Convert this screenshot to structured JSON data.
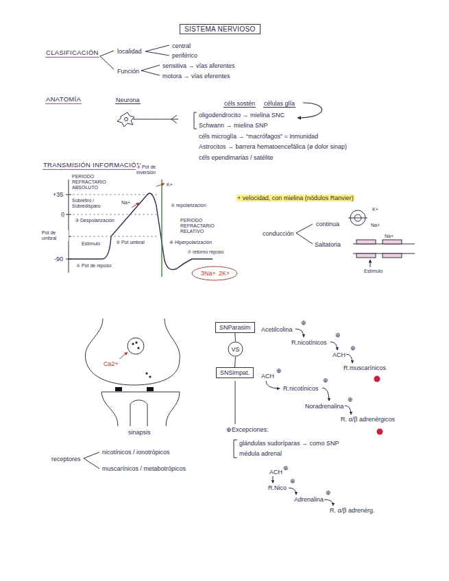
{
  "diagram": {
    "title": "SISTEMA NERVIOSO",
    "nodes": [
      {
        "text": [
          "SNParasim"
        ]
      },
      {
        "text": [
          "VS"
        ]
      },
      {
        "text": [
          "SNSimpat."
        ]
      }
    ],
    "edges": [
      {
        "from": 0,
        "to": 1,
        "arrow": "none"
      },
      {
        "from": 1,
        "to": 2,
        "arrow": "none"
      }
    ],
    "labels": [
      "CLASIFICACIÓN",
      "localidad",
      "central",
      "periférico",
      "Función",
      "sensitiva → vías aferentes",
      "motora → vías eferentes",
      "ANATOMÍA",
      "Neurona",
      "céls sostén",
      "células glía",
      "oligodendrocito → mielina SNC",
      "Schwann → mielina SNP",
      "céls microglía → “macrófagos” = Inmunidad",
      "Astrocitos → barrera hematoencefálica (ø dolor sinap)",
      "céls ependimarias / satélite",
      "TRANSMISIÓN INFORMACIÓN",
      "PERIODO REFRACTARIO ABSOLUTO",
      "④ Pot de inversión",
      "K+",
      "+35",
      "Sobretiro / Sobredisparo",
      "Na+",
      "⑤ repolarización",
      "0",
      "③ Despolarización",
      "PERIODO REFRACTARIO RELATIVO",
      "Pot de umbral",
      "Estímulo",
      "② Pot umbral",
      "⑥ Hiperpolarización",
      "⑦ retorno reposo",
      "-90",
      "① Pot de reposo",
      "3Na+",
      "2K+",
      "+ velocidad, con mielina (nódulos Ranvier)",
      "K+",
      "Na+",
      "continua",
      "conducción",
      "Na+",
      "Saltatoria",
      "Estímulo",
      "Ca2+",
      "Acetilcolina",
      "⊕",
      "R.nicotínicos",
      "⊕",
      "ACH",
      "⊕",
      "R.muscarínicos",
      "ACH",
      "⊕",
      "R.nicotínicos",
      "⊕",
      "Noradrenalina",
      "⊕",
      "R. α/β adrenérgicos",
      "⊕Excepciones:",
      "sinapsis",
      "glándulas sudoríparas → como SNP",
      "nicotínicos / ionotrópicos",
      "médula adrenal",
      "receptores",
      "muscarínicos / metabotrópicos",
      "ACH",
      "⊕",
      "R.Nico",
      "⊕",
      "Adrenalina",
      "⊕",
      "R. α/β adrenérg."
    ]
  }
}
